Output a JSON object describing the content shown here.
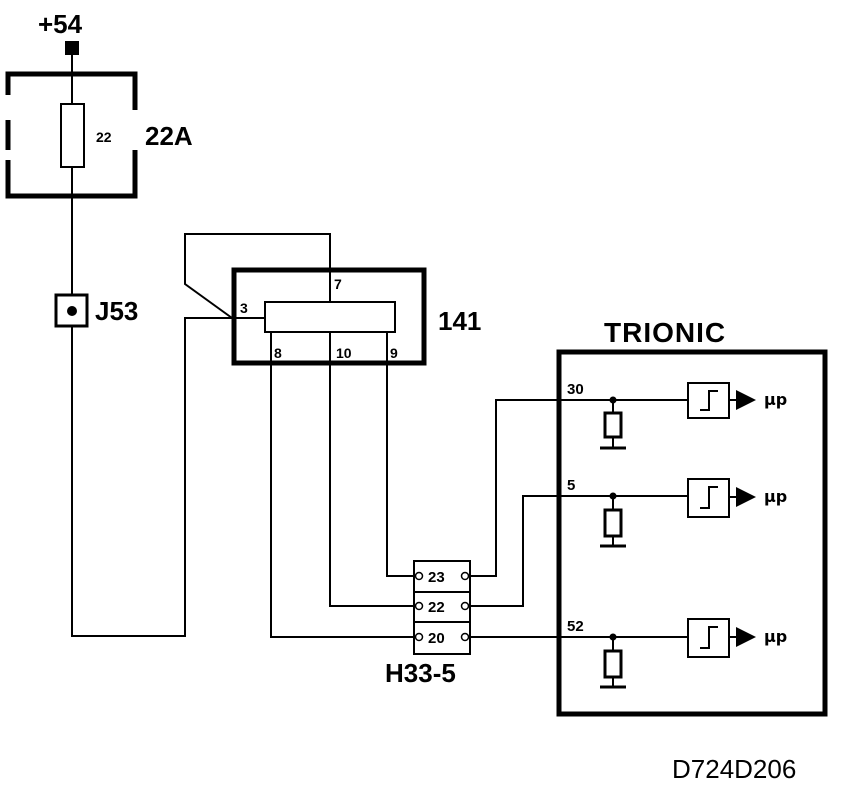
{
  "supply": {
    "label": "+54"
  },
  "fuse": {
    "pin": "22",
    "name": "22A"
  },
  "connector_j53": {
    "name": "J53"
  },
  "module_141": {
    "name": "141",
    "pins": {
      "p3": "3",
      "p7": "7",
      "p8": "8",
      "p10": "10",
      "p9": "9"
    }
  },
  "connector_h33": {
    "name": "H33-5",
    "pins": [
      "23",
      "22",
      "20"
    ]
  },
  "trionic": {
    "name": "TRIONIC",
    "inputs": [
      {
        "pin": "30",
        "output": "μp"
      },
      {
        "pin": "5",
        "output": "μp"
      },
      {
        "pin": "52",
        "output": "μp"
      }
    ]
  },
  "drawing_code": "D724D206"
}
